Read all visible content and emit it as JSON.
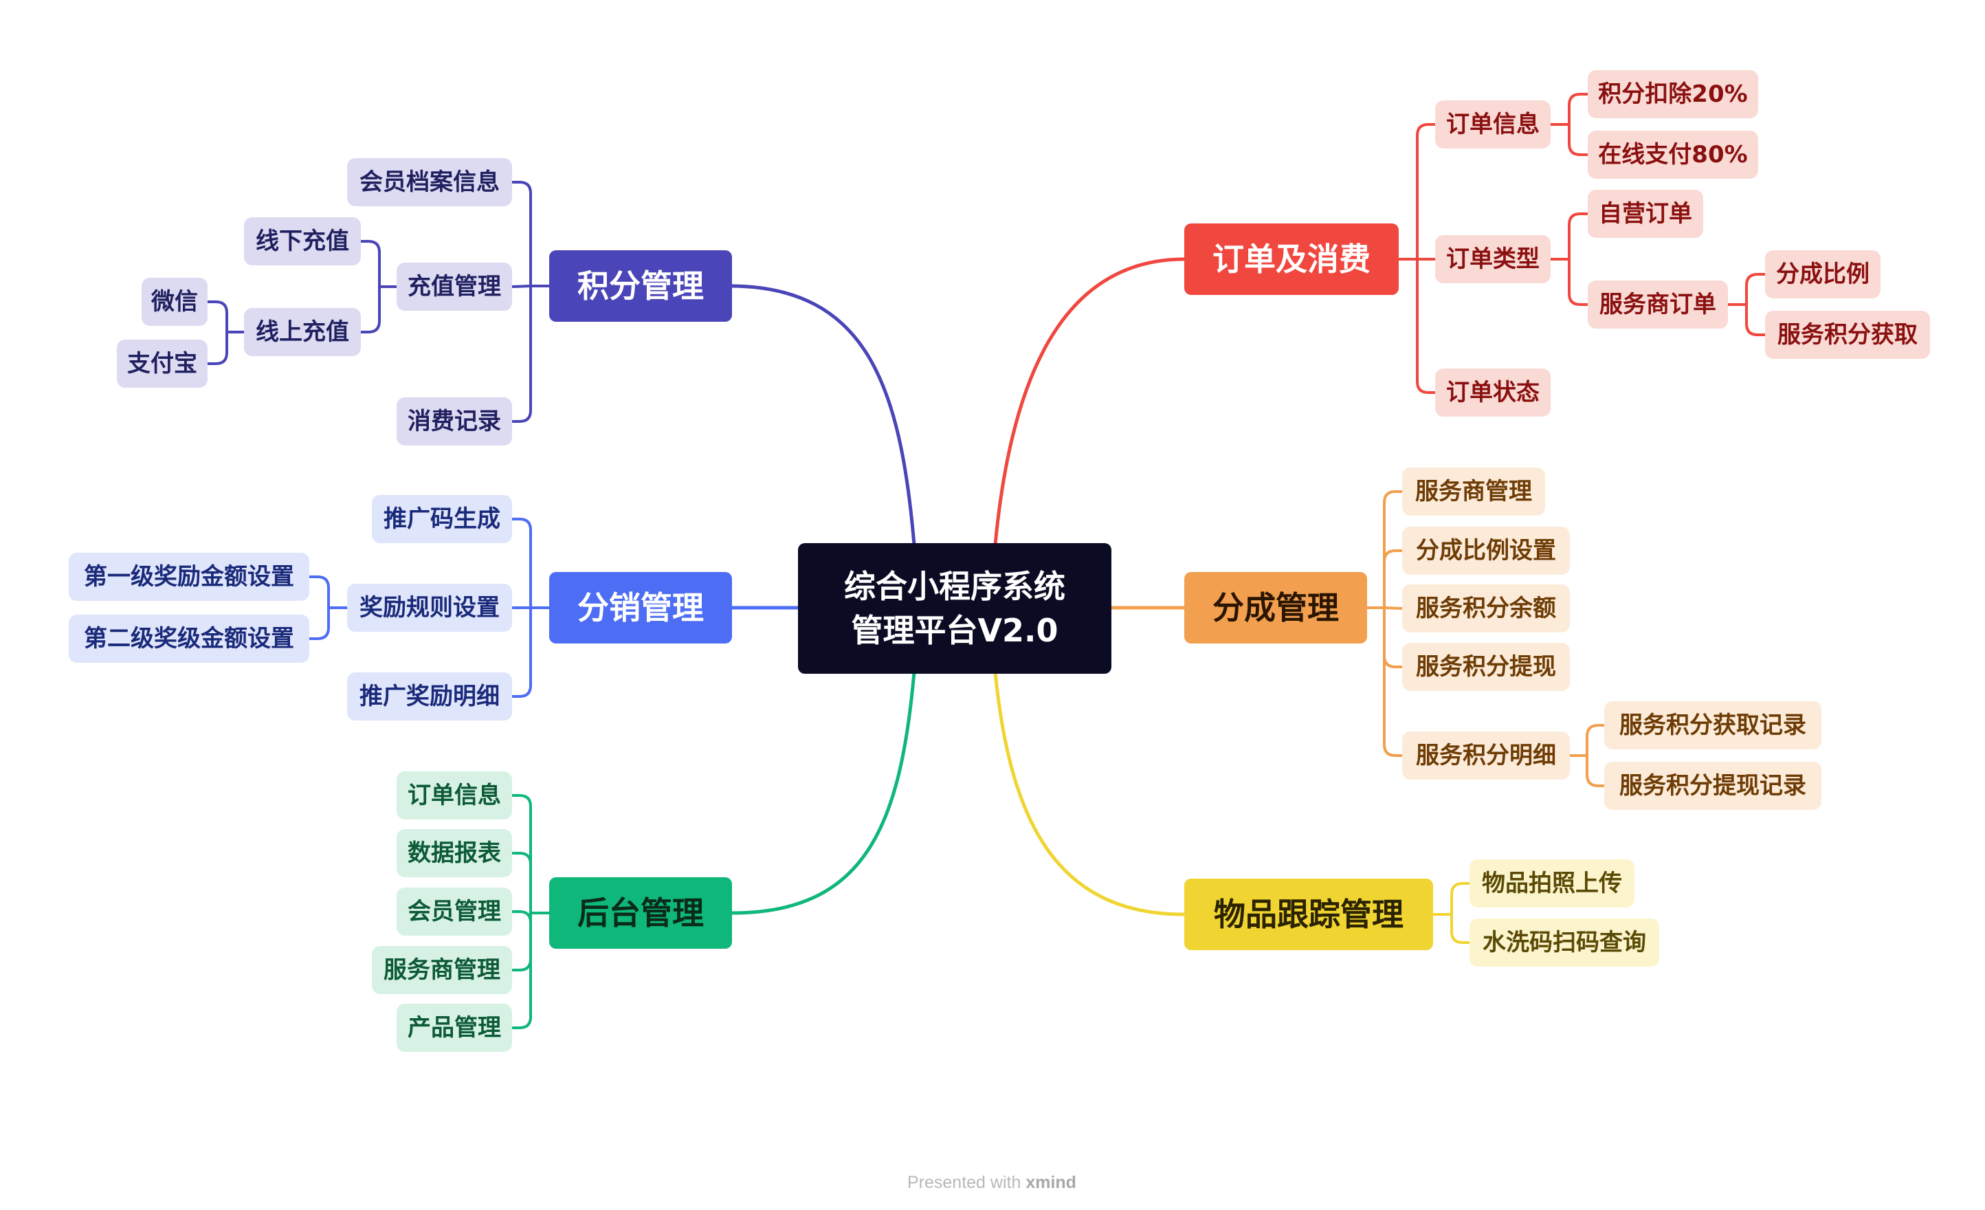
{
  "root": {
    "line1": "综合小程序系统",
    "line2": "管理平台V2.0"
  },
  "colors": {
    "purple": "#4a45b8",
    "blue": "#4d6df4",
    "green": "#0fb77a",
    "red": "#f0473f",
    "orange": "#f2a04f",
    "yellow": "#f0d532"
  },
  "branches": {
    "points": {
      "label": "积分管理",
      "member_profile": "会员档案信息",
      "recharge": "充值管理",
      "offline_recharge": "线下充值",
      "online_recharge": "线上充值",
      "wechat": "微信",
      "alipay": "支付宝",
      "consumption_records": "消费记录"
    },
    "distribution": {
      "label": "分销管理",
      "promo_code": "推广码生成",
      "reward_rules": "奖励规则设置",
      "level1": "第一级奖励金额设置",
      "level2": "第二级奖级金额设置",
      "reward_details": "推广奖励明细"
    },
    "backend": {
      "label": "后台管理",
      "order_info": "订单信息",
      "data_reports": "数据报表",
      "member_mgmt": "会员管理",
      "provider_mgmt": "服务商管理",
      "product_mgmt": "产品管理"
    },
    "orders": {
      "label": "订单及消费",
      "order_info": "订单信息",
      "points_deduct": "积分扣除20%",
      "online_pay": "在线支付80%",
      "order_type": "订单类型",
      "self_order": "自营订单",
      "provider_order": "服务商订单",
      "split_ratio": "分成比例",
      "service_points_gain": "服务积分获取",
      "order_status": "订单状态"
    },
    "commission": {
      "label": "分成管理",
      "provider_mgmt": "服务商管理",
      "ratio_settings": "分成比例设置",
      "points_balance": "服务积分余额",
      "points_withdraw": "服务积分提现",
      "points_details": "服务积分明细",
      "points_gain_records": "服务积分获取记录",
      "points_withdraw_records": "服务积分提现记录"
    },
    "tracking": {
      "label": "物品跟踪管理",
      "photo_upload": "物品拍照上传",
      "wash_code_query": "水洗码扫码查询"
    }
  },
  "footer": {
    "prefix": "Presented with",
    "brand": "xmind"
  }
}
